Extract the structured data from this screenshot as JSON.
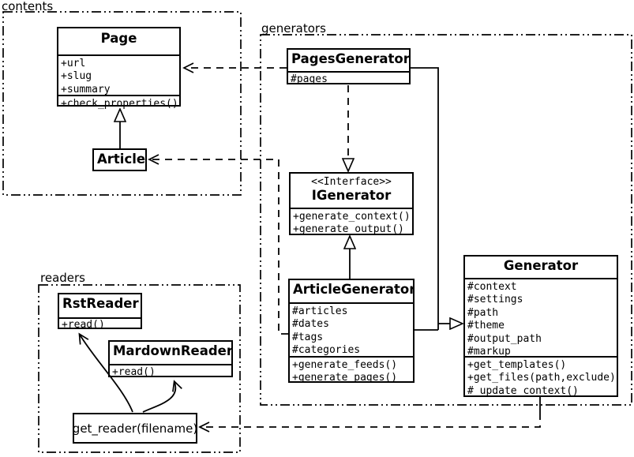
{
  "diagram": {
    "title": "UML class diagram (pyreverse style)",
    "packages": {
      "contents": {
        "label": "contents"
      },
      "generators": {
        "label": "generators"
      },
      "readers": {
        "label": "readers"
      }
    },
    "classes": {
      "page": {
        "name": "Page",
        "attributes": [
          "+url",
          "+slug",
          "+summary"
        ],
        "methods": [
          "+check_properties()"
        ]
      },
      "article": {
        "name": "Article"
      },
      "pages_generator": {
        "name": "PagesGenerator",
        "attributes": [
          "#pages"
        ]
      },
      "igenerator": {
        "stereotype": "<<Interface>>",
        "name": "IGenerator",
        "methods": [
          "+generate_context()",
          "+generate_output()"
        ]
      },
      "article_generator": {
        "name": "ArticleGenerator",
        "attributes": [
          "#articles",
          "#dates",
          "#tags",
          "#categories"
        ],
        "methods": [
          "+generate_feeds()",
          "+generate_pages()"
        ]
      },
      "generator": {
        "name": "Generator",
        "attributes": [
          "#context",
          "#settings",
          "#path",
          "#theme",
          "#output_path",
          "#markup"
        ],
        "methods": [
          "+get_templates()",
          "+get_files(path,exclude)",
          "#_update_context()"
        ]
      },
      "rst_reader": {
        "name": "RstReader",
        "methods": [
          "+read()"
        ]
      },
      "mardown_reader": {
        "name": "MardownReader",
        "methods": [
          "+read()"
        ]
      },
      "get_reader": {
        "label": "get_reader(filename)"
      }
    },
    "relationships": [
      {
        "type": "inheritance",
        "from": "Article",
        "to": "Page"
      },
      {
        "type": "realization",
        "from": "PagesGenerator",
        "to": "IGenerator"
      },
      {
        "type": "inheritance",
        "from": "ArticleGenerator",
        "to": "IGenerator"
      },
      {
        "type": "inheritance",
        "from": "PagesGenerator",
        "to": "Generator"
      },
      {
        "type": "inheritance",
        "from": "ArticleGenerator",
        "to": "Generator"
      },
      {
        "type": "dependency",
        "from": "PagesGenerator",
        "to": "Page"
      },
      {
        "type": "dependency",
        "from": "ArticleGenerator",
        "to": "Article"
      },
      {
        "type": "dependency",
        "from": "Generator",
        "to": "get_reader(filename)"
      },
      {
        "type": "association",
        "from": "get_reader(filename)",
        "to": "RstReader"
      },
      {
        "type": "association",
        "from": "get_reader(filename)",
        "to": "MardownReader"
      }
    ],
    "colors": {
      "line": "#000000",
      "background": "#ffffff"
    }
  }
}
